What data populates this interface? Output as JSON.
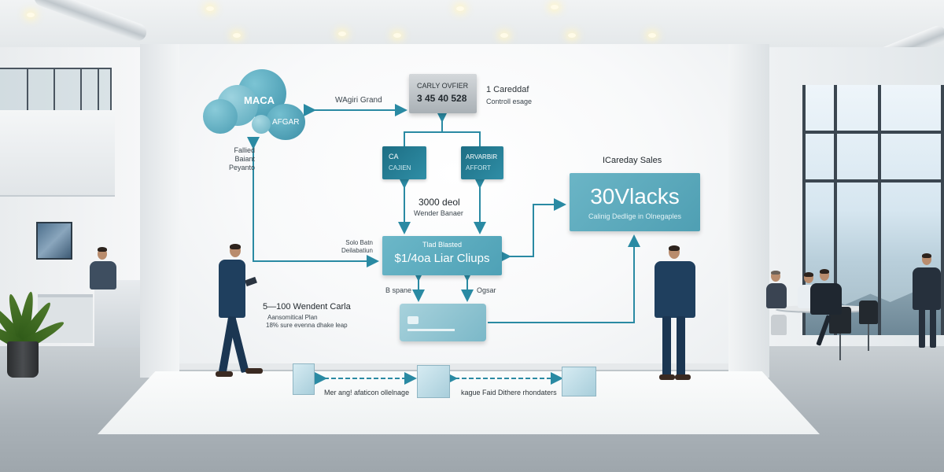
{
  "diagram": {
    "bubble_cluster": {
      "main_label": "MACA",
      "small_label": "AFGAR"
    },
    "left_caption": [
      "Fallied",
      "Baiant",
      "Peyanto"
    ],
    "top_arrow_label": "WAgiri Grand",
    "top_card": {
      "line1": "CARLY OVFIER",
      "line2": "3 45 40 528"
    },
    "top_card_side": {
      "title": "1 Careddaf",
      "subtitle": "Controll esage"
    },
    "tile_left": {
      "line1": "CA",
      "line2": "CAJIEN"
    },
    "tile_right": {
      "line1": "ARVARBIR",
      "line2": "AFFORT"
    },
    "middle_label": {
      "title": "3000 deol",
      "subtitle": "Wender Banaer"
    },
    "hub_side_label": [
      "Solo Batn",
      "Deilabatiun"
    ],
    "hub": {
      "top": "Tlad Blasted",
      "main": "$1/4oa Liar Cliups"
    },
    "hub_sub_left": "B spane",
    "hub_sub_right": "Ogsar",
    "wendent": {
      "title": "5—100 Wendent Carla",
      "line2": "Aansomitical Plan",
      "line3": "18% sure evenna dhake leap"
    },
    "kpi_caption": "ICareday Sales",
    "kpi": {
      "big": "30Vlacks",
      "sub": "Calinig Dedlige in Olnegaples"
    },
    "floor_label_left": "Mer ang! afaticon ollelnage",
    "floor_label_right": "kague Faid Dithere rhondaters"
  },
  "colors": {
    "teal_dark": "#1d6e84",
    "teal_light": "#6bb5c6",
    "arrow": "#2a8aa3",
    "wall": "#f8f9fa"
  }
}
